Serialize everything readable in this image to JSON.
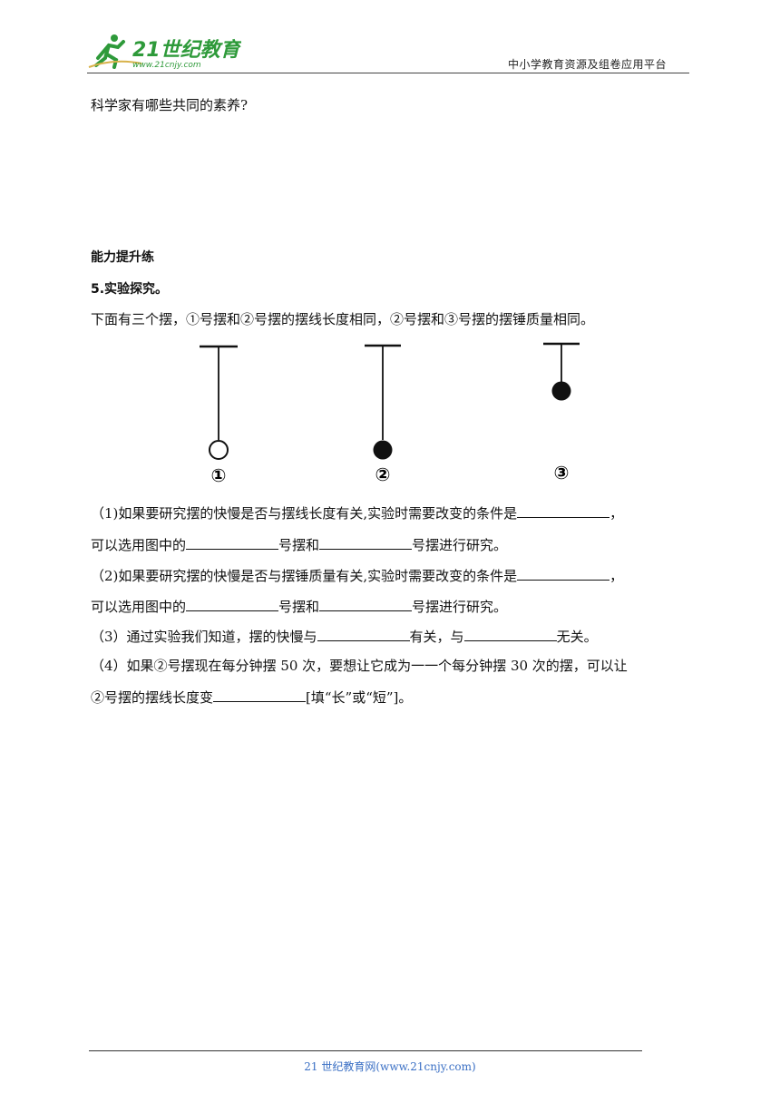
{
  "header": {
    "logo_text": "21世纪教育",
    "logo_url_text": "www.21cnjy.com",
    "right_text": "中小学教育资源及组卷应用平台",
    "brand_green": "#2e9a3a"
  },
  "content": {
    "q_prev": "科学家有哪些共同的素养?",
    "section_title": "能力提升练",
    "q5_title": "5.实验探究。",
    "q5_intro": "下面有三个摆，①号摆和②号摆的摆线长度相同，②号摆和③号摆的摆锤质量相同。",
    "pendulum_labels": [
      "①",
      "②",
      "③"
    ],
    "s1a": "（1)如果要研究摆的快慢是否与摆线长度有关,实验时需要改变的条件是",
    "s1a_end": "，",
    "s1b_pre": "可以选用图中的",
    "s1b_mid": "号摆和",
    "s1b_end": "号摆进行研究。",
    "s2a": "（2)如果要研究摆的快慢是否与摆锤质量有关,实验时需要改变的条件是",
    "s2a_end": "，",
    "s2b_pre": "可以选用图中的",
    "s2b_mid": "号摆和",
    "s2b_end": "号摆进行研究。",
    "s3_pre": "（3）通过实验我们知道，摆的快慢与",
    "s3_mid": "有关，与",
    "s3_end": "无关。",
    "s4a": "（4）如果②号摆现在每分钟摆 50 次，要想让它成为一一个每分钟摆 30 次的摆，可以让",
    "s4b_pre": "②号摆的摆线长度变",
    "s4b_end": "[填“长”或“短”]。"
  },
  "footer": {
    "text": "21 世纪教育网(www.21cnjy.com)",
    "color": "#3a6fc4"
  }
}
